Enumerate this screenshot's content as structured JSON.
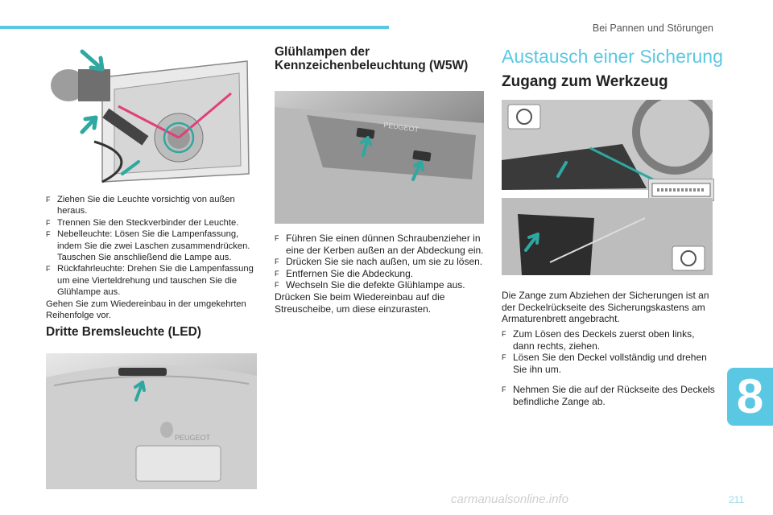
{
  "header": {
    "chapter": "Bei Pannen und Störungen",
    "tab": "8",
    "page_number": "211"
  },
  "watermark": "carmanualsonline.info",
  "left": {
    "bullets": [
      "Ziehen Sie die Leuchte vorsichtig von außen heraus.",
      "Trennen Sie den Steckverbinder der Leuchte.",
      "Nebelleuchte: Lösen Sie die Lampenfassung, indem Sie die zwei Laschen zusammendrücken. Tauschen Sie anschließend die Lampe aus.",
      "Rückfahrleuchte: Drehen Sie die Lampenfassung um eine Vierteldrehung und tauschen Sie die Glühlampe aus."
    ],
    "note": "Gehen Sie zum Wiedereinbau in der umgekehrten Reihenfolge vor.",
    "heading_brake": "Dritte Bremsleuchte (LED)",
    "plate_text": "PEUGEOT"
  },
  "middle": {
    "heading_line1": "Glühlampen der",
    "heading_line2": "Kennzeichenbeleuchtung (W5W)",
    "bullets": [
      "Führen Sie einen dünnen Schraubenzieher in eine der Kerben außen an der Abdeckung ein.",
      "Drücken Sie sie nach außen, um sie zu lösen.",
      "Entfernen Sie die Abdeckung.",
      "Wechseln Sie die defekte Glühlampe aus."
    ],
    "note": "Drücken Sie beim Wiedereinbau auf die Streuscheibe, um diese einzurasten.",
    "photo_text": "PEUGEOT"
  },
  "right": {
    "title": "Austausch einer Sicherung",
    "subtitle": "Zugang zum Werkzeug",
    "intro": "Die Zange zum Abziehen der Sicherungen ist an der Deckelrückseite des Sicherungskastens am Armaturenbrett angebracht.",
    "bullets": [
      "Zum Lösen des Deckels zuerst oben links, dann rechts, ziehen.",
      "Lösen Sie den Deckel vollständig und drehen Sie ihn um."
    ],
    "bullets2": [
      "Nehmen Sie die auf der Rückseite des Deckels befindliche Zange ab."
    ]
  },
  "colors": {
    "accent": "#5bc8e3",
    "arrow": "#2ea8a0",
    "indicator": "#e0407a"
  },
  "bullet_glyph": "F"
}
